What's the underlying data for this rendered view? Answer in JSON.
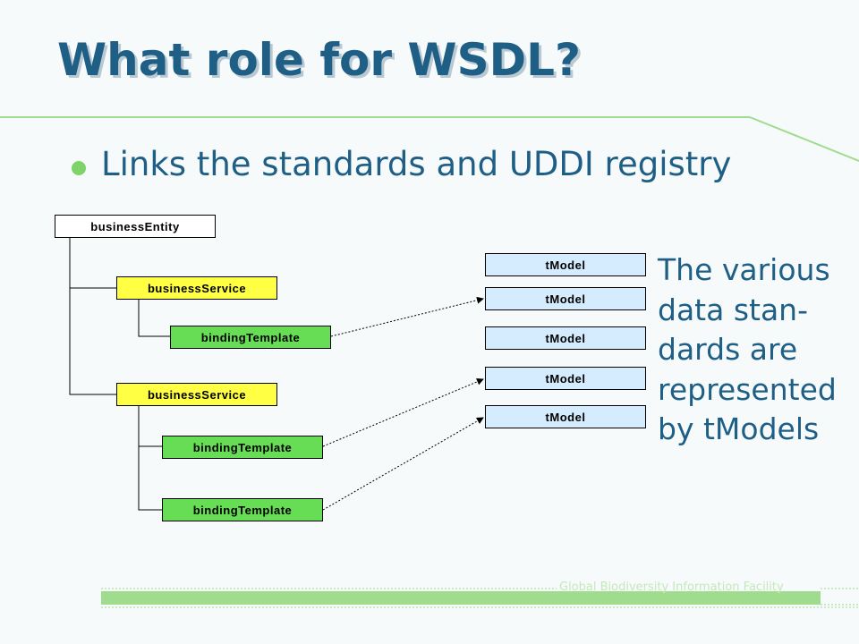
{
  "slide": {
    "title": "What role for WSDL?",
    "bullet": "Links the standards and UDDI registry",
    "side_text": "The various data stan- dards are represented by tModels",
    "footer": "Global Biodiversity Information Facility"
  },
  "diagram": {
    "business_entity": "businessEntity",
    "business_services": [
      "businessService",
      "businessService"
    ],
    "binding_templates": [
      "bindingTemplate",
      "bindingTemplate",
      "bindingTemplate"
    ],
    "tmodels": [
      "tModel",
      "tModel",
      "tModel",
      "tModel",
      "tModel"
    ]
  },
  "colors": {
    "title": "#1f5f86",
    "accent_green": "#7ed36b",
    "business_service_fill": "#ffff44",
    "binding_template_fill": "#66dd55",
    "tmodel_fill": "#d5ecff"
  }
}
